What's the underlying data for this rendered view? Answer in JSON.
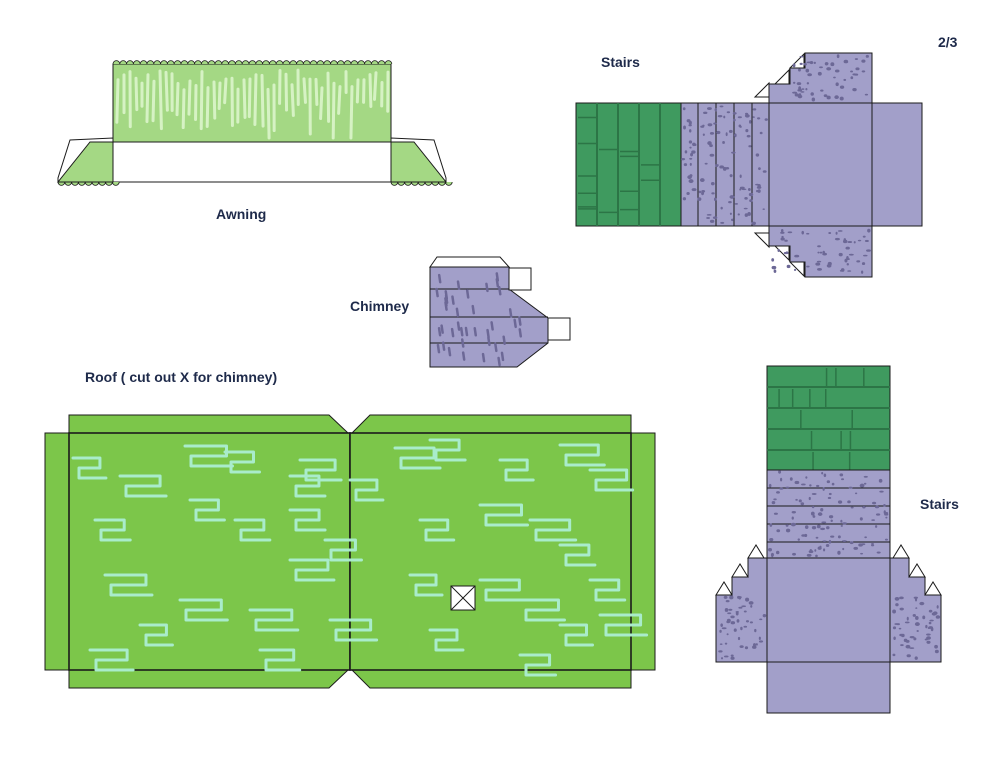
{
  "page": {
    "number": "2/3"
  },
  "labels": {
    "awning": "Awning",
    "stairs_top": "Stairs",
    "chimney": "Chimney",
    "roof": "Roof ( cut out X for chimney)",
    "stairs_bottom": "Stairs"
  },
  "colors": {
    "awning_green": "#a4d884",
    "awning_stroke": "#d6f2c4",
    "roof_green": "#7cc64a",
    "roof_brick": "#a9eccb",
    "stairs_green": "#3f9a5f",
    "stairs_green_line": "#2c7546",
    "stone_purple": "#a29fc9",
    "stone_speck": "#6c6896",
    "outline": "#1b1b1b",
    "label_text": "#1e2a4a"
  }
}
